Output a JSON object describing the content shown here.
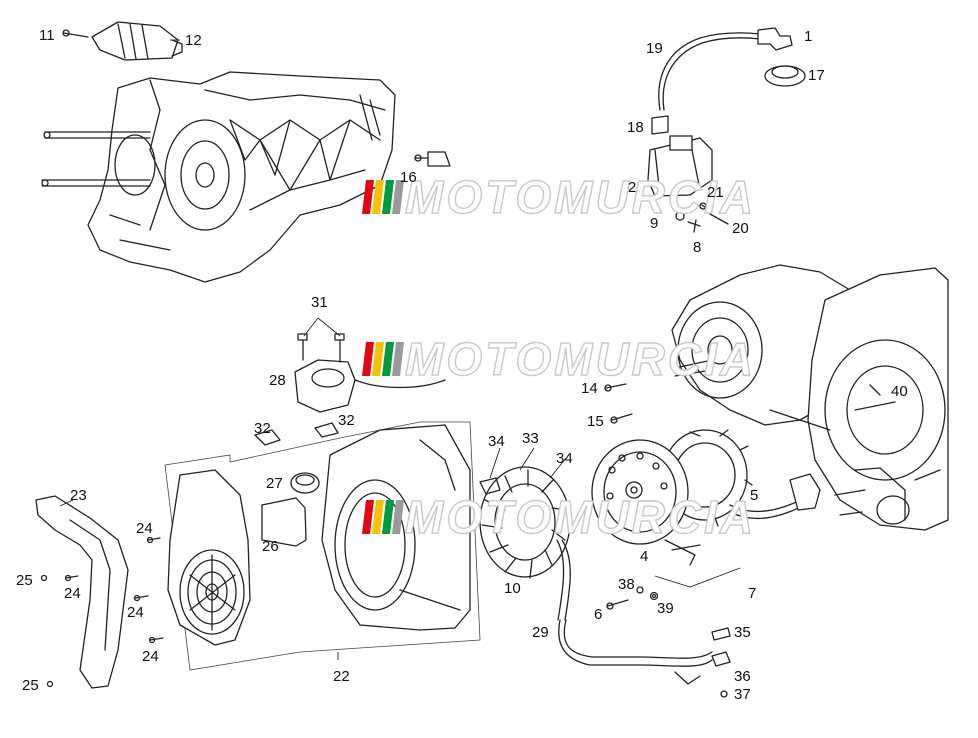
{
  "watermark": {
    "text": "MOTOMURCIA",
    "stripe_colors": [
      "#e30613",
      "#f4c300",
      "#009a3e",
      "#9a9a9a"
    ]
  },
  "parts": [
    {
      "id": "1",
      "text": "1"
    },
    {
      "id": "2",
      "text": "2"
    },
    {
      "id": "4",
      "text": "4"
    },
    {
      "id": "5",
      "text": "5"
    },
    {
      "id": "6",
      "text": "6"
    },
    {
      "id": "7",
      "text": "7"
    },
    {
      "id": "8",
      "text": "8"
    },
    {
      "id": "9",
      "text": "9"
    },
    {
      "id": "10",
      "text": "10"
    },
    {
      "id": "11",
      "text": "11"
    },
    {
      "id": "12",
      "text": "12"
    },
    {
      "id": "14",
      "text": "14"
    },
    {
      "id": "15",
      "text": "15"
    },
    {
      "id": "16",
      "text": "16"
    },
    {
      "id": "17",
      "text": "17"
    },
    {
      "id": "18",
      "text": "18"
    },
    {
      "id": "19",
      "text": "19"
    },
    {
      "id": "20",
      "text": "20"
    },
    {
      "id": "21",
      "text": "21"
    },
    {
      "id": "22",
      "text": "22"
    },
    {
      "id": "23",
      "text": "23"
    },
    {
      "id": "24",
      "text": "24"
    },
    {
      "id": "25",
      "text": "25"
    },
    {
      "id": "26",
      "text": "26"
    },
    {
      "id": "27",
      "text": "27"
    },
    {
      "id": "28",
      "text": "28"
    },
    {
      "id": "29",
      "text": "29"
    },
    {
      "id": "31",
      "text": "31"
    },
    {
      "id": "32",
      "text": "32"
    },
    {
      "id": "33",
      "text": "33"
    },
    {
      "id": "34",
      "text": "34"
    },
    {
      "id": "35",
      "text": "35"
    },
    {
      "id": "36",
      "text": "36"
    },
    {
      "id": "37",
      "text": "37"
    },
    {
      "id": "38",
      "text": "38"
    },
    {
      "id": "39",
      "text": "39"
    },
    {
      "id": "40",
      "text": "40"
    }
  ]
}
